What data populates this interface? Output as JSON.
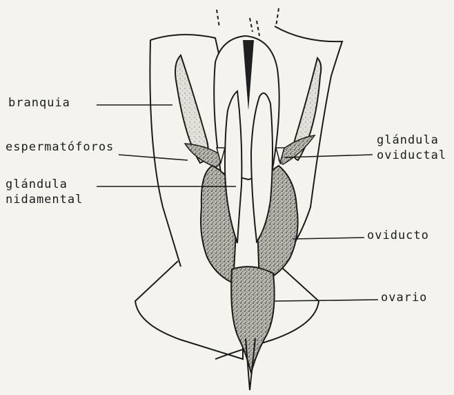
{
  "diagram": {
    "labels": {
      "branquia": "branquia",
      "espermatoforos": "espermatóforos",
      "glandula_nidamental_line1": "glándula",
      "glandula_nidamental_line2": "nidamental",
      "glandula_oviductal_line1": "glándula",
      "glandula_oviductal_line2": "oviductal",
      "oviducto": "oviducto",
      "ovario": "ovario"
    }
  }
}
